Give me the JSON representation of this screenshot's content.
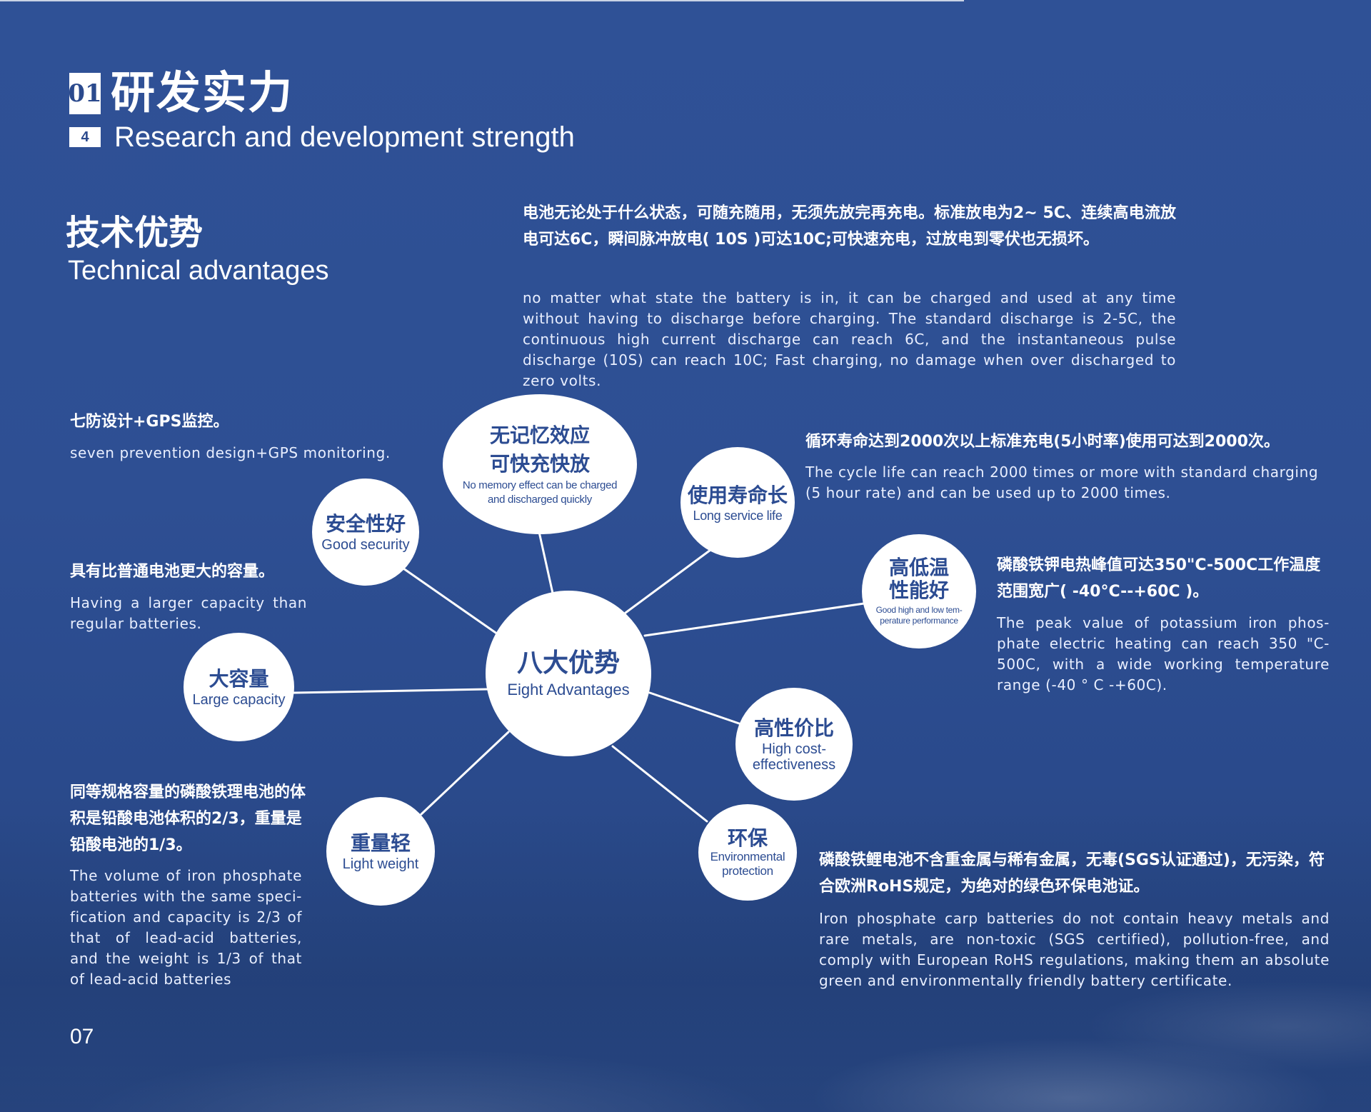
{
  "header": {
    "section_number": "01",
    "title_cn": "研发实力",
    "sub_number": "4",
    "title_en": "Research and development strength"
  },
  "subheader": {
    "title_cn": "技术优势",
    "title_en": "Technical advantages"
  },
  "intro": {
    "cn": "电池无论处于什么状态，可随充随用，无须先放完再充电。标准放电为2~ 5C、连续高电流放电可达6C，瞬间脉冲放电( 10S )可达10C;可快速充电，过放电到零伏也无损坏。",
    "en": "no matter what state the battery is in, it can be charged and used at any time without having to discharge before charging. The standard discharge is 2-5C, the continuous high current discharge can reach 6C, and the instantaneous pulse discharge (10S) can reach 10C; Fast charging, no damage when over discharged to zero volts."
  },
  "notes": {
    "security": {
      "cn": "七防设计+GPS监控。",
      "en": "seven prevention design+GPS monitoring."
    },
    "capacity": {
      "cn": "具有比普通电池更大的容量。",
      "en": "Having a larger capacity than regular batteries."
    },
    "weight": {
      "cn": "同等规格容量的磷酸铁理电池的体积是铅酸电池体积的2/3，重量是铅酸电池的1/3。",
      "en": "The volume of iron phosphate batteries with the same speci-fication and capacity is 2/3 of that of lead-acid batteries, and the weight is 1/3 of that of lead-acid batteries"
    },
    "service_life": {
      "cn": "循环寿命达到2000次以上标准充电(5小时率)使用可达到2000次。",
      "en": "The cycle life can reach 2000 times or more with standard charging (5 hour rate) and can be used up to 2000 times."
    },
    "temperature": {
      "cn": "磷酸铁钾电热峰值可达350\"C-500C工作温度范围宽广( -40°C--+60C )。",
      "en": "The peak value of potassium iron phos-phate electric heating can reach 350 \"C-500C, with a wide working temperature range (-40 ° C -+60C)."
    },
    "environmental": {
      "cn": "磷酸铁鲤电池不含重金属与稀有金属，无毒(SGS认证通过)，无污染，符合欧洲RoHS规定，为绝对的绿色环保电池证。",
      "en": "Iron phosphate carp batteries do not contain heavy metals and rare metals, are non-toxic (SGS certified), pollution-free, and comply with European RoHS regulations, making them an absolute green and environmentally friendly battery certificate."
    }
  },
  "diagram": {
    "center": {
      "cn": "八大优势",
      "en": "Eight Advantages"
    },
    "nodes": [
      {
        "id": "memory",
        "cn": "无记忆效应\n可快充快放",
        "en": "No memory effect can be charged and discharged quickly"
      },
      {
        "id": "security",
        "cn": "安全性好",
        "en": "Good security"
      },
      {
        "id": "service_life",
        "cn": "使用寿命长",
        "en": "Long service life"
      },
      {
        "id": "temperature",
        "cn": "高低温\n性能好",
        "en": "Good high and low tem-perature performance"
      },
      {
        "id": "capacity",
        "cn": "大容量",
        "en": "Large capacity"
      },
      {
        "id": "cost",
        "cn": "高性价比",
        "en": "High cost-effectiveness"
      },
      {
        "id": "weight",
        "cn": "重量轻",
        "en": "Light weight"
      },
      {
        "id": "environmental",
        "cn": "环保",
        "en": "Environmental protection"
      }
    ]
  },
  "footer": {
    "page_number": "07"
  }
}
